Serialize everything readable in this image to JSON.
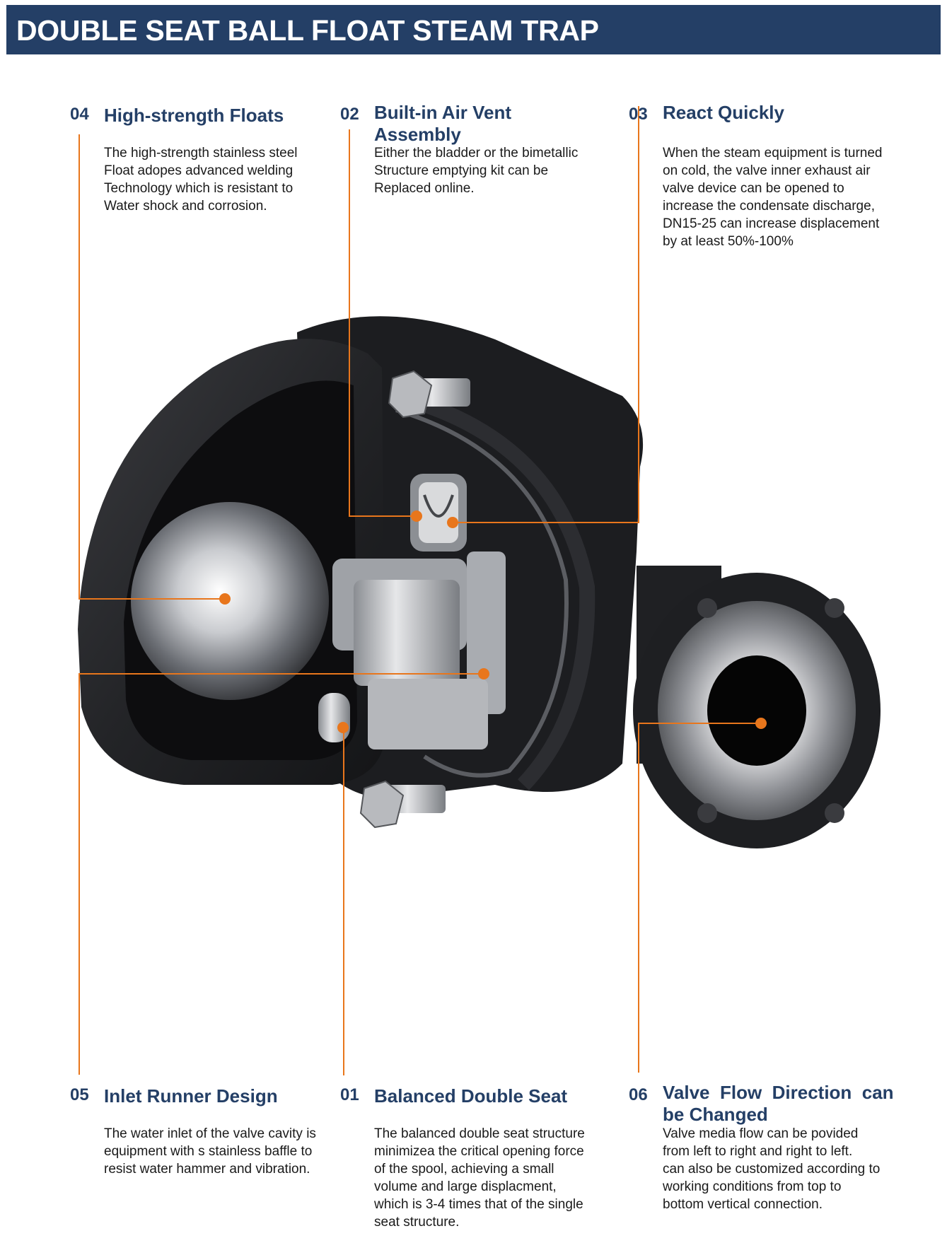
{
  "page": {
    "title": "DOUBLE SEAT BALL FLOAT STEAM TRAP",
    "accent_color": "#e8761c",
    "banner_color": "#243f66"
  },
  "features": {
    "f04": {
      "number": "04",
      "title": "High-strength Floats",
      "body": "The high-strength stainless steel\nFloat adopes advanced welding\nTechnology which is resistant to\nWater shock and corrosion."
    },
    "f02": {
      "number": "02",
      "title": "Built-in Air Vent\nAssembly",
      "body": "Either the bladder or the bimetallic\nStructure emptying kit can be\nReplaced online."
    },
    "f03": {
      "number": "03",
      "title": "React Quickly",
      "body": "When the steam equipment is turned\non cold, the valve inner exhaust air\nvalve device can be opened to\nincrease the condensate discharge,\nDN15-25 can increase displacement\nby at least 50%-100%"
    },
    "f05": {
      "number": "05",
      "title": "Inlet Runner Design",
      "body": "The water inlet of the valve cavity is\nequipment with s stainless baffle to\nresist water hammer and vibration."
    },
    "f01": {
      "number": "01",
      "title": "Balanced Double Seat",
      "body": "The balanced double seat structure\nminimizea the critical opening force\nof the spool, achieving a small\nvolume and large displacment,\nwhich is 3-4 times that of the single\nseat structure."
    },
    "f06": {
      "number": "06",
      "title": "Valve  Flow  Direction  can\nbe Changed",
      "body": "Valve media flow can be povided\nfrom left to right and right to left.\ncan also be customized according to\nworking conditions from top to\nbottom vertical connection."
    }
  }
}
